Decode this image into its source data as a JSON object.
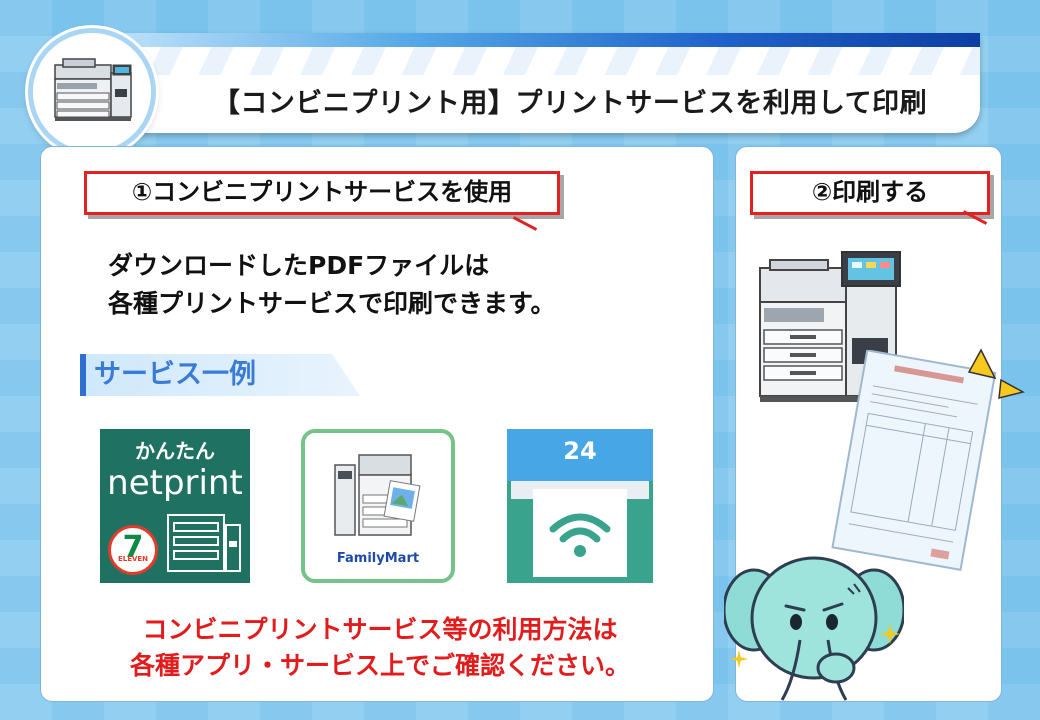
{
  "header": {
    "title": "【コンビニプリント用】プリントサービスを利用して印刷"
  },
  "main_panel": {
    "step_label": "①コンビニプリントサービスを使用",
    "description": [
      "ダウンロードしたPDFファイルは",
      "各種プリントサービスで印刷できます。"
    ],
    "section_title": "サービス一例",
    "services": {
      "netprint": {
        "kana": "かんたん",
        "word": "netprint",
        "logo_number": "7",
        "logo_text": "ELEVEN"
      },
      "familymart": {
        "brand": "FamilyMart"
      },
      "print24": {
        "number": "24"
      }
    },
    "notice": [
      "コンビニプリントサービス等の利用方法は",
      "各種アプリ・サービス上でご確認ください。"
    ]
  },
  "side_panel": {
    "step_label": "②印刷する"
  },
  "icons": {
    "logo": "printer-icon",
    "wifi": "wifi-icon",
    "mascot": "elephant-mascot",
    "sparkle": "sparkle-icon"
  },
  "colors": {
    "accent_red": "#e02222",
    "section_blue": "#3a7bd6",
    "netprint_green": "#1f7262",
    "familymart_green": "#76c38a"
  }
}
